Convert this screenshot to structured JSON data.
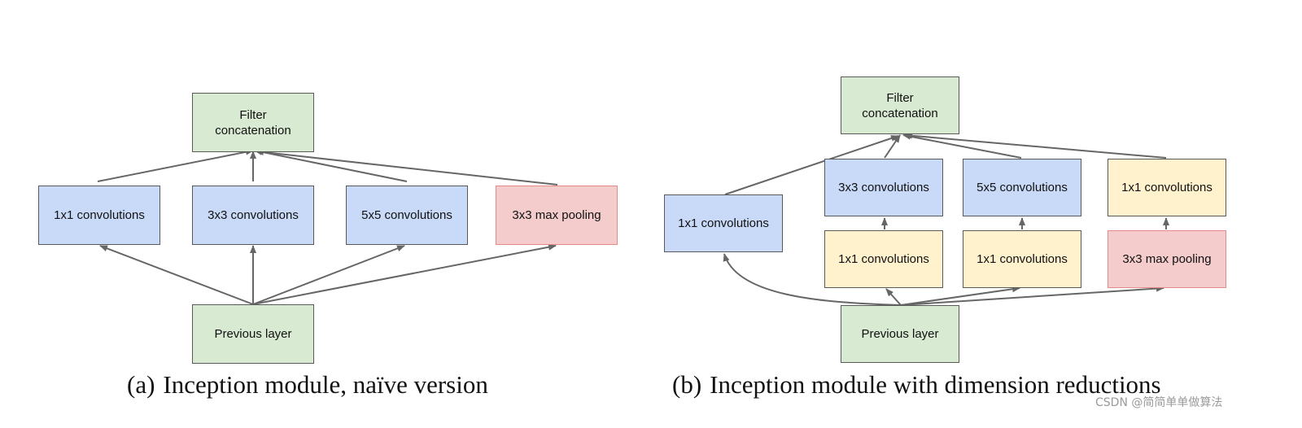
{
  "diagram_a": {
    "filter_concat": "Filter\nconcatenation",
    "conv1x1": "1x1 convolutions",
    "conv3x3": "3x3 convolutions",
    "conv5x5": "5x5 convolutions",
    "maxpool": "3x3 max pooling",
    "previous": "Previous layer",
    "caption_tag": "(a)",
    "caption_text": "Inception module, naïve version"
  },
  "diagram_b": {
    "filter_concat": "Filter\nconcatenation",
    "conv1x1_left": "1x1 convolutions",
    "conv3x3": "3x3 convolutions",
    "conv5x5": "5x5 convolutions",
    "conv1x1_top_right": "1x1 convolutions",
    "reduce1x1_a": "1x1 convolutions",
    "reduce1x1_b": "1x1 convolutions",
    "maxpool": "3x3 max pooling",
    "previous": "Previous layer",
    "caption_tag": "(b)",
    "caption_text": "Inception module with dimension reductions"
  },
  "watermark": "CSDN @简简单单做算法",
  "colors": {
    "green": "#d9ead3",
    "blue": "#c9daf8",
    "red": "#f4cccc",
    "yellow": "#fff2cc",
    "edge": "#666666"
  }
}
